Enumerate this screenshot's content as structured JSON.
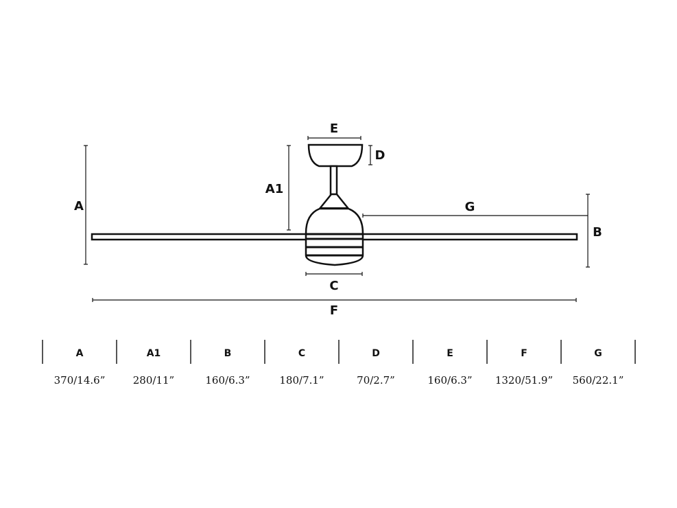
{
  "diagram": {
    "labels": {
      "A": "A",
      "A1": "A1",
      "B": "B",
      "C": "C",
      "D": "D",
      "E": "E",
      "F": "F",
      "G": "G"
    }
  },
  "table": {
    "columns": [
      {
        "header": "A",
        "value": "370/14.6”"
      },
      {
        "header": "A1",
        "value": "280/11”"
      },
      {
        "header": "B",
        "value": "160/6.3”"
      },
      {
        "header": "C",
        "value": "180/7.1”"
      },
      {
        "header": "D",
        "value": "70/2.7”"
      },
      {
        "header": "E",
        "value": "160/6.3”"
      },
      {
        "header": "F",
        "value": "1320/51.9”"
      },
      {
        "header": "G",
        "value": "560/22.1”"
      }
    ]
  }
}
